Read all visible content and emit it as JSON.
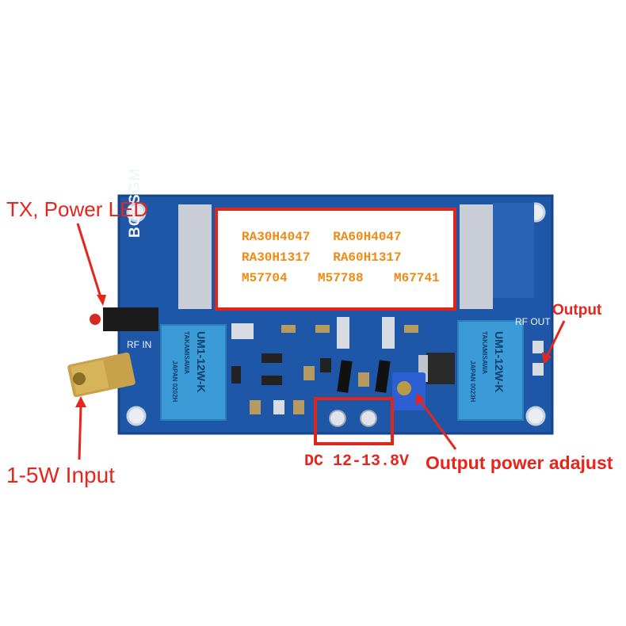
{
  "annotations": {
    "led_label": "TX, Power LED",
    "input_label": "1-5W Input",
    "output_label": "Output",
    "dc_label": "DC 12-13.8V",
    "adjust_label": "Output power adajust"
  },
  "chip_models": {
    "line1": "RA30H4047   RA60H4047",
    "line2": "RA30H1317   RA60H1317",
    "line3": "M57704    M57788    M67741"
  },
  "board": {
    "brand": "BG7SGM",
    "rf_in": "RF IN",
    "rf_out": "RF OUT",
    "relay_left_model": "UM1-12W-K",
    "relay_left_make": "TAKAMISAWA",
    "relay_left_code": "JAPAN 0202H",
    "relay_right_model": "UM1-12W-K",
    "relay_right_make": "TAKAMISAWA",
    "relay_right_code": "JAPAN 0023H"
  },
  "colors": {
    "annotation": "#e4261d",
    "chip_text": "#ef8a12",
    "pcb": "#1f57a8",
    "relay": "#3b9bd6"
  }
}
